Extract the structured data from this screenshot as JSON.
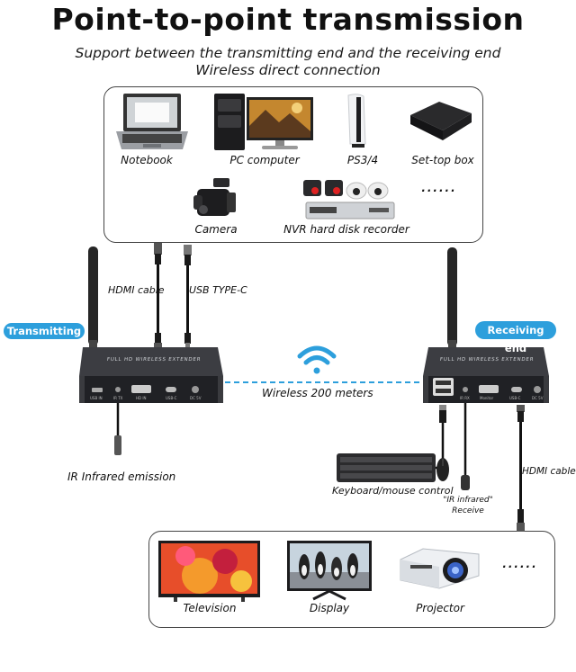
{
  "header": {
    "title": "Point-to-point transmission",
    "subtitle_line1": "Support between the transmitting end and the receiving end",
    "subtitle_line2": "Wireless direct connection"
  },
  "sources": {
    "notebook": "Notebook",
    "pc": "PC computer",
    "ps": "PS3/4",
    "settop": "Set-top box",
    "camera": "Camera",
    "nvr": "NVR hard disk recorder",
    "more": "......"
  },
  "cables": {
    "hdmi_in": "HDMI cable",
    "usb": "USB TYPE-C",
    "hdmi_out": "HDMI cable"
  },
  "transmitter": {
    "tag": "Transmitting end",
    "device_text": "FULL HD WIRELESS EXTENDER",
    "ports": [
      "USB IN",
      "IR TX",
      "HD IN",
      "USB-C",
      "DC 5V"
    ],
    "ir": "IR Infrared emission"
  },
  "link": {
    "label": "Wireless 200 meters"
  },
  "receiver": {
    "tag": "Receiving end",
    "device_text": "FULL HD WIRELESS EXTENDER",
    "ports": [
      "IR RX",
      "Monitor",
      "USB-C",
      "DC 5V"
    ],
    "kbm": "Keyboard/mouse control",
    "ir_line1": "\"IR infrared\"",
    "ir_line2": "Receive"
  },
  "displays": {
    "tv": "Television",
    "display": "Display",
    "projector": "Projector",
    "more": "......"
  },
  "colors": {
    "accent": "#2d9fdc",
    "device": "#2b2c30",
    "link": "#2d9fdc"
  }
}
